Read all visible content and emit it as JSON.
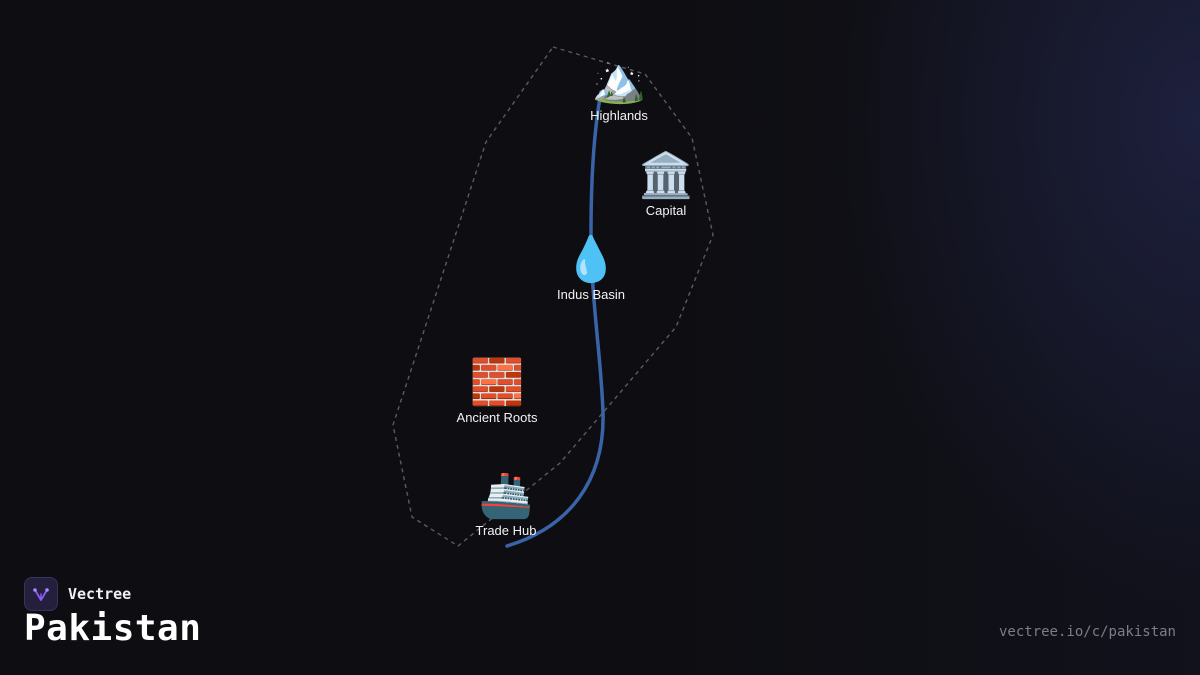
{
  "map": {
    "border_color": "#5a5a62",
    "river_color": "#3a64a8",
    "markers": [
      {
        "id": "highlands",
        "icon": "mountain-icon",
        "emoji": "🏔️",
        "label": "Highlands"
      },
      {
        "id": "capital",
        "icon": "classical-building-icon",
        "emoji": "🏛️",
        "label": "Capital"
      },
      {
        "id": "indus-basin",
        "icon": "droplet-icon",
        "emoji": "💧",
        "label": "Indus Basin"
      },
      {
        "id": "ancient-roots",
        "icon": "brick-icon",
        "emoji": "🧱",
        "label": "Ancient Roots"
      },
      {
        "id": "trade-hub",
        "icon": "ship-icon",
        "emoji": "🚢",
        "label": "Trade Hub"
      }
    ]
  },
  "brand": {
    "name": "Vectree",
    "logo_icon": "vectree-logo-icon",
    "accent": "#8b5cf6"
  },
  "page": {
    "title": "Pakistan",
    "url": "vectree.io/c/pakistan"
  }
}
